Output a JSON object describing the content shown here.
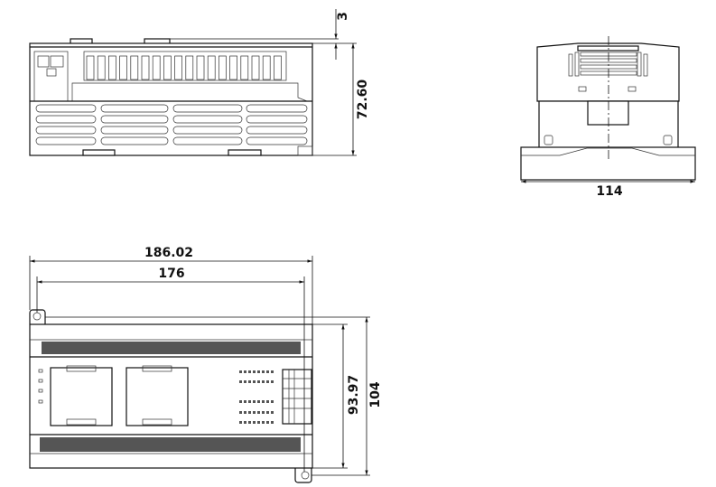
{
  "drawing": {
    "top_view": {
      "dim_offset": "3",
      "dim_height": "72.60"
    },
    "side_view": {
      "dim_width": "114"
    },
    "front_view": {
      "dim_overall_width": "186.02",
      "dim_mount_width": "176",
      "dim_inner_height": "93.97",
      "dim_overall_height": "104"
    }
  }
}
